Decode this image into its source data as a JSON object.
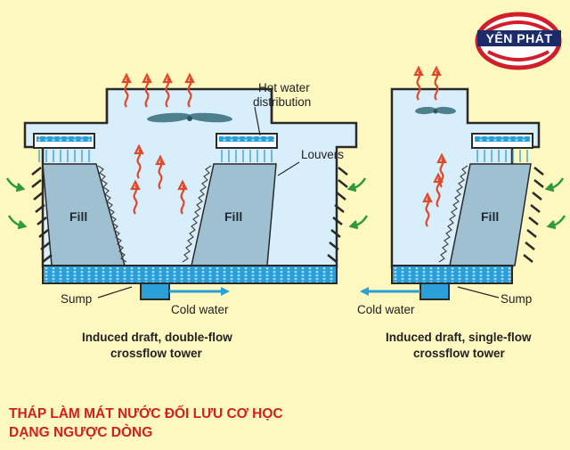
{
  "logo": {
    "text": "YÊN PHÁT",
    "colors": {
      "red": "#d11f2a",
      "navy": "#1c2c6b"
    }
  },
  "left_tower": {
    "labels": {
      "hot_water": "Hot water",
      "distribution": "distribution",
      "louvers": "Louvers",
      "fill_left": "Fill",
      "fill_right": "Fill",
      "sump": "Sump",
      "cold_water": "Cold water"
    },
    "caption": [
      "Induced draft, double-flow",
      "crossflow tower"
    ]
  },
  "right_tower": {
    "labels": {
      "fill": "Fill",
      "sump": "Sump",
      "cold_water": "Cold water"
    },
    "caption": [
      "Induced draft, single-flow",
      "crossflow tower"
    ]
  },
  "title": {
    "line1": "THÁP LÀM MÁT NƯỚC ĐỐI LƯU CƠ HỌC",
    "line2": "DẠNG NGƯỢC DÒNG"
  },
  "colors": {
    "background": "#fdf7c0",
    "tower_interior": "#d8eefa",
    "fill_media": "#9fc0d0",
    "water": "#2a9fd8",
    "hot_air_arrow": "#e0482a",
    "cold_air_arrow": "#2f9a3c",
    "outline": "#2a2a2a"
  }
}
